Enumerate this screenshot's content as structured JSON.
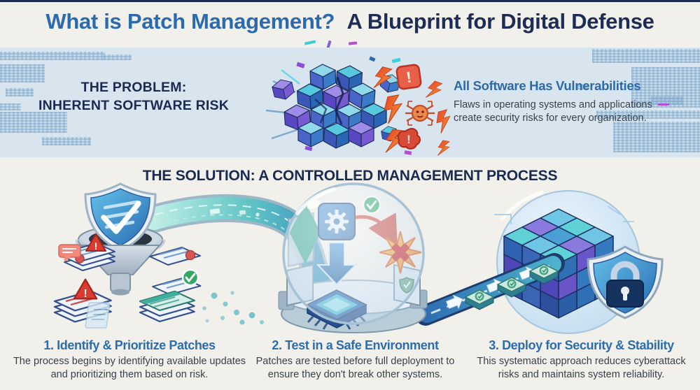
{
  "header": {
    "title_primary": "What is Patch Management?",
    "title_secondary": "A Blueprint for Digital Defense"
  },
  "problem": {
    "heading_line1": "THE PROBLEM:",
    "heading_line2": "INHERENT SOFTWARE RISK",
    "callout_title": "All Software Has Vulnerabilities",
    "callout_body": "Flaws in operating systems and applications create security risks for every organization."
  },
  "solution": {
    "heading": "THE SOLUTION: A CONTROLLED MANAGEMENT PROCESS",
    "steps": [
      {
        "title": "1. Identify & Prioritize Patches",
        "body": "The process begins by identifying available updates and prioritizing them based on risk."
      },
      {
        "title": "2. Test in a Safe Environment",
        "body": "Patches are tested before full deployment to ensure they don't break other systems."
      },
      {
        "title": "3. Deploy for Security & Stability",
        "body": "This systematic approach reduces cyberattack risks and maintains system reliability."
      }
    ]
  },
  "icons": {
    "problem": [
      "fractured-cube-icon",
      "lightning-icon",
      "alert-square-icon",
      "bug-icon",
      "alert-blob-icon"
    ],
    "identify": [
      "shield-check-icon",
      "funnel-icon",
      "document-stack-icon",
      "warning-triangle-icon",
      "check-circle-icon",
      "speech-bubble-icon"
    ],
    "test": [
      "glass-dome-icon",
      "gear-icon",
      "check-circle-icon",
      "x-burst-icon",
      "down-arrow-icon",
      "cpu-chip-icon",
      "monitor-icon"
    ],
    "deploy": [
      "conveyor-belt-icon",
      "patch-tile-icon",
      "cube-cluster-icon",
      "shield-lock-icon"
    ]
  },
  "colors": {
    "background": "#f2f0ea",
    "band_background": "#d9e5ee",
    "title_blue": "#2a6aad",
    "navy": "#1c2c55",
    "accent_blue": "#2b6aa9",
    "body_text": "#39414c",
    "alert_red": "#d84a35",
    "warning_orange": "#f0922d",
    "success_green": "#35a865",
    "teal": "#3fae9e"
  }
}
